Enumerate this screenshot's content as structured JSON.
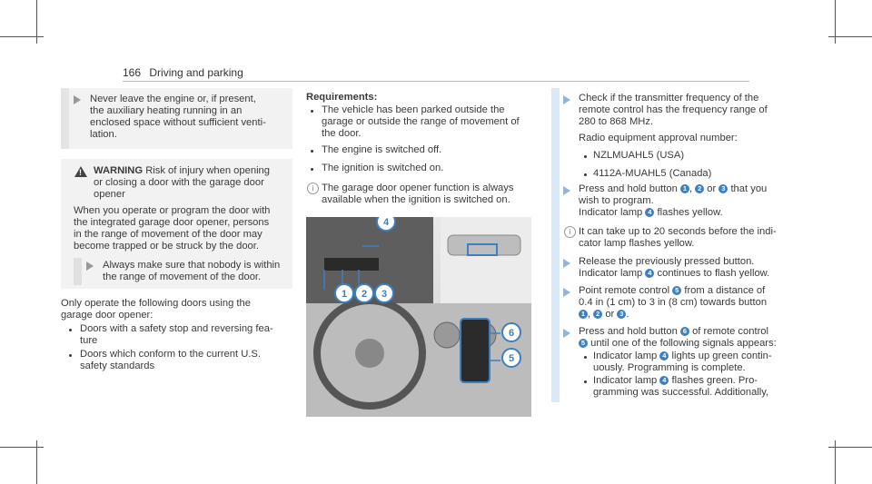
{
  "header": {
    "page_number": "166",
    "section": "Driving and parking"
  },
  "col1": {
    "note_lines": [
      "Never leave the engine or, if present,",
      "the auxiliary heating running in an",
      "enclosed space without sufficient venti-",
      "lation."
    ],
    "warning_title": "WARNING",
    "warning_lines": [
      "Risk of injury when opening",
      "or closing a door with the garage door",
      "opener"
    ],
    "warning_body": [
      "When you operate or program the door with",
      "the integrated garage door opener, persons",
      "in the range of movement of the door may",
      "become trapped or be struck by the door."
    ],
    "warning_step": [
      "Always make sure that nobody is within",
      "the range of movement of the door."
    ],
    "para": [
      "Only operate the following doors using the",
      "garage door opener:"
    ],
    "bullets": [
      [
        "Doors with a safety stop and reversing fea-",
        "ture"
      ],
      [
        "Doors which conform to the current U.S.",
        "safety standards"
      ]
    ]
  },
  "col2": {
    "requirements_title": "Requirements:",
    "requirements": [
      [
        "The vehicle has been parked outside the",
        "garage or outside the range of movement of",
        "the door."
      ],
      [
        "The engine is switched off."
      ],
      [
        "The ignition is switched on."
      ]
    ],
    "info": [
      "The garage door opener function is always",
      "available when the ignition is switched on."
    ],
    "callouts": [
      "1",
      "2",
      "3",
      "4",
      "5",
      "6"
    ]
  },
  "col3": {
    "step1": [
      "Check if the transmitter frequency of the",
      "remote control has the frequency range of",
      "280 to 868 MHz."
    ],
    "approval_label": "Radio equipment approval number:",
    "approvals": [
      "NZLMUAHL5 (USA)",
      "4112A-MUAHL5 (Canada)"
    ],
    "step2_a": "Press and hold button",
    "step2_b": "that you",
    "step2_c": "wish to program.",
    "step2_d": "Indicator lamp",
    "step2_e": "flashes yellow.",
    "info": [
      "It can take up to 20 seconds before the indi-",
      "cator lamp flashes yellow."
    ],
    "step3_a": "Release the previously pressed button.",
    "step3_b": "Indicator lamp",
    "step3_c": "continues to flash yellow.",
    "step4_a": "Point remote control",
    "step4_b": "from a distance of",
    "step4_c": "0.4 in (1 cm) to 3 in (8 cm) towards button",
    "or": "or",
    "step5_a": "Press and hold button",
    "step5_b": "of remote control",
    "step5_c": "until one of the following signals appears:",
    "sub1_a": "Indicator lamp",
    "sub1_b": "lights up green contin-",
    "sub1_c": "uously. Programming is complete.",
    "sub2_a": "Indicator lamp",
    "sub2_b": "flashes green. Pro-",
    "sub2_c": "gramming was successful. Additionally,"
  }
}
